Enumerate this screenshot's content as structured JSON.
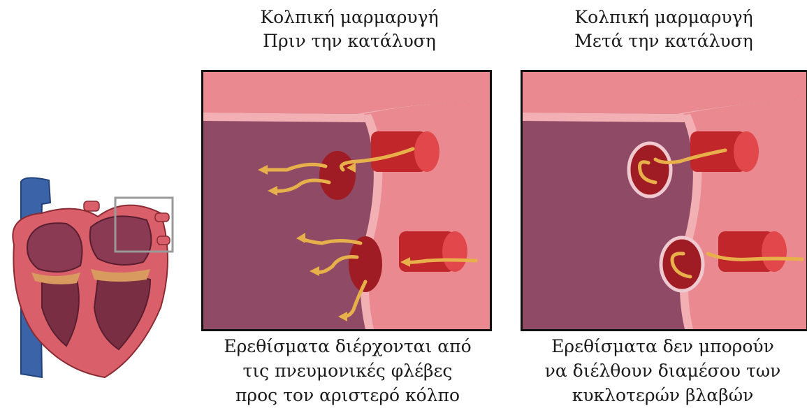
{
  "left_panel": {
    "title_line1": "Κολπική μαρμαρυγή",
    "title_line2": "Πριν την κατάλυση",
    "caption_line1": "Ερεθίσματα διέρχονται από",
    "caption_line2": "τις πνευμονικές φλέβες",
    "caption_line3": "προς τον αριστερό κόλπο"
  },
  "right_panel": {
    "title_line1": "Κολπική μαρμαρυγή",
    "title_line2": "Μετά την κατάλυση",
    "caption_line1": "Ερεθίσματα δεν μπορούν",
    "caption_line2": "να  διέλθουν διαμέσου των",
    "caption_line3": "κυκλοτερών βλαβών"
  },
  "colors": {
    "atrium_wall": "#e8838a",
    "atrium_inner": "#8a4660",
    "vein": "#c0262a",
    "impulse": "#e8b04a",
    "aorta_blue": "#3a63a8"
  }
}
